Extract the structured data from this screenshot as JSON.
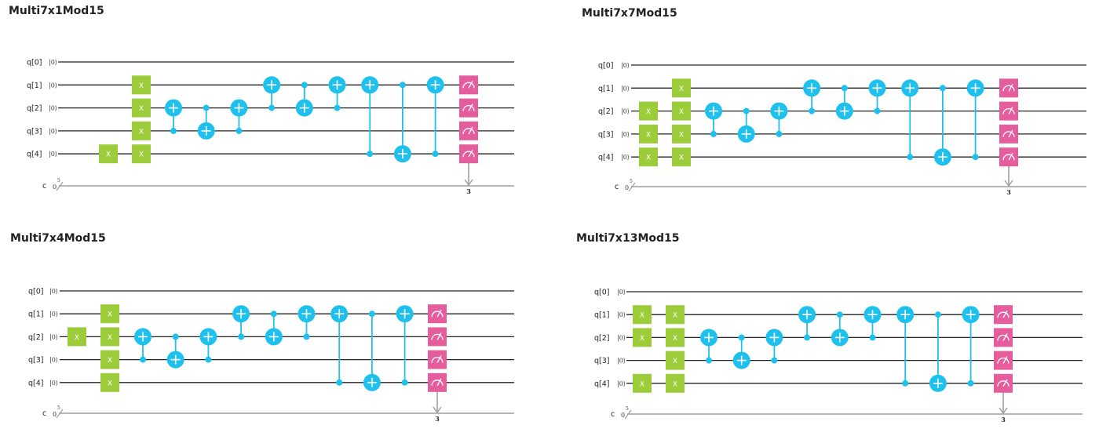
{
  "colors": {
    "wire": "#222222",
    "classical": "#9e9e9e",
    "x_gate": "#9ccc3a",
    "cnot": "#1ec1ee",
    "measure": "#e55d9c"
  },
  "qubit_labels": [
    "q[0]",
    "q[1]",
    "q[2]",
    "q[3]",
    "q[4]"
  ],
  "ket_text": "|0⟩",
  "x_gate_text": "X",
  "classical": {
    "label": "c",
    "initial": "0",
    "width": "5",
    "measure_index": "3"
  },
  "circuits": [
    {
      "id": "7x1",
      "title": "Multi7x1Mod15",
      "x_columns": [
        [
          4
        ],
        [
          1,
          2,
          3,
          4
        ]
      ],
      "cnots": [
        {
          "target": 2,
          "control": 3
        },
        {
          "target": 3,
          "control": 2
        },
        {
          "target": 2,
          "control": 3
        },
        {
          "target": 1,
          "control": 2
        },
        {
          "target": 2,
          "control": 1
        },
        {
          "target": 1,
          "control": 2
        },
        {
          "target": 1,
          "control": 4
        },
        {
          "target": 4,
          "control": 1
        },
        {
          "target": 1,
          "control": 4
        }
      ],
      "measured_qubits": [
        1,
        2,
        3,
        4
      ]
    },
    {
      "id": "7x7",
      "title": "Multi7x7Mod15",
      "x_columns": [
        [
          2,
          3,
          4
        ],
        [
          1,
          2,
          3,
          4
        ]
      ],
      "cnots": [
        {
          "target": 2,
          "control": 3
        },
        {
          "target": 3,
          "control": 2
        },
        {
          "target": 2,
          "control": 3
        },
        {
          "target": 1,
          "control": 2
        },
        {
          "target": 2,
          "control": 1
        },
        {
          "target": 1,
          "control": 2
        },
        {
          "target": 1,
          "control": 4
        },
        {
          "target": 4,
          "control": 1
        },
        {
          "target": 1,
          "control": 4
        }
      ],
      "measured_qubits": [
        1,
        2,
        3,
        4
      ]
    },
    {
      "id": "7x4",
      "title": "Multi7x4Mod15",
      "x_columns": [
        [
          2
        ],
        [
          1,
          2,
          3,
          4
        ]
      ],
      "cnots": [
        {
          "target": 2,
          "control": 3
        },
        {
          "target": 3,
          "control": 2
        },
        {
          "target": 2,
          "control": 3
        },
        {
          "target": 1,
          "control": 2
        },
        {
          "target": 2,
          "control": 1
        },
        {
          "target": 1,
          "control": 2
        },
        {
          "target": 1,
          "control": 4
        },
        {
          "target": 4,
          "control": 1
        },
        {
          "target": 1,
          "control": 4
        }
      ],
      "measured_qubits": [
        1,
        2,
        3,
        4
      ]
    },
    {
      "id": "7x13",
      "title": "Multi7x13Mod15",
      "x_columns": [
        [
          1,
          2,
          4
        ],
        [
          1,
          2,
          3,
          4
        ]
      ],
      "cnots": [
        {
          "target": 2,
          "control": 3
        },
        {
          "target": 3,
          "control": 2
        },
        {
          "target": 2,
          "control": 3
        },
        {
          "target": 1,
          "control": 2
        },
        {
          "target": 2,
          "control": 1
        },
        {
          "target": 1,
          "control": 2
        },
        {
          "target": 1,
          "control": 4
        },
        {
          "target": 4,
          "control": 1
        },
        {
          "target": 1,
          "control": 4
        }
      ],
      "measured_qubits": [
        1,
        2,
        3,
        4
      ]
    }
  ]
}
